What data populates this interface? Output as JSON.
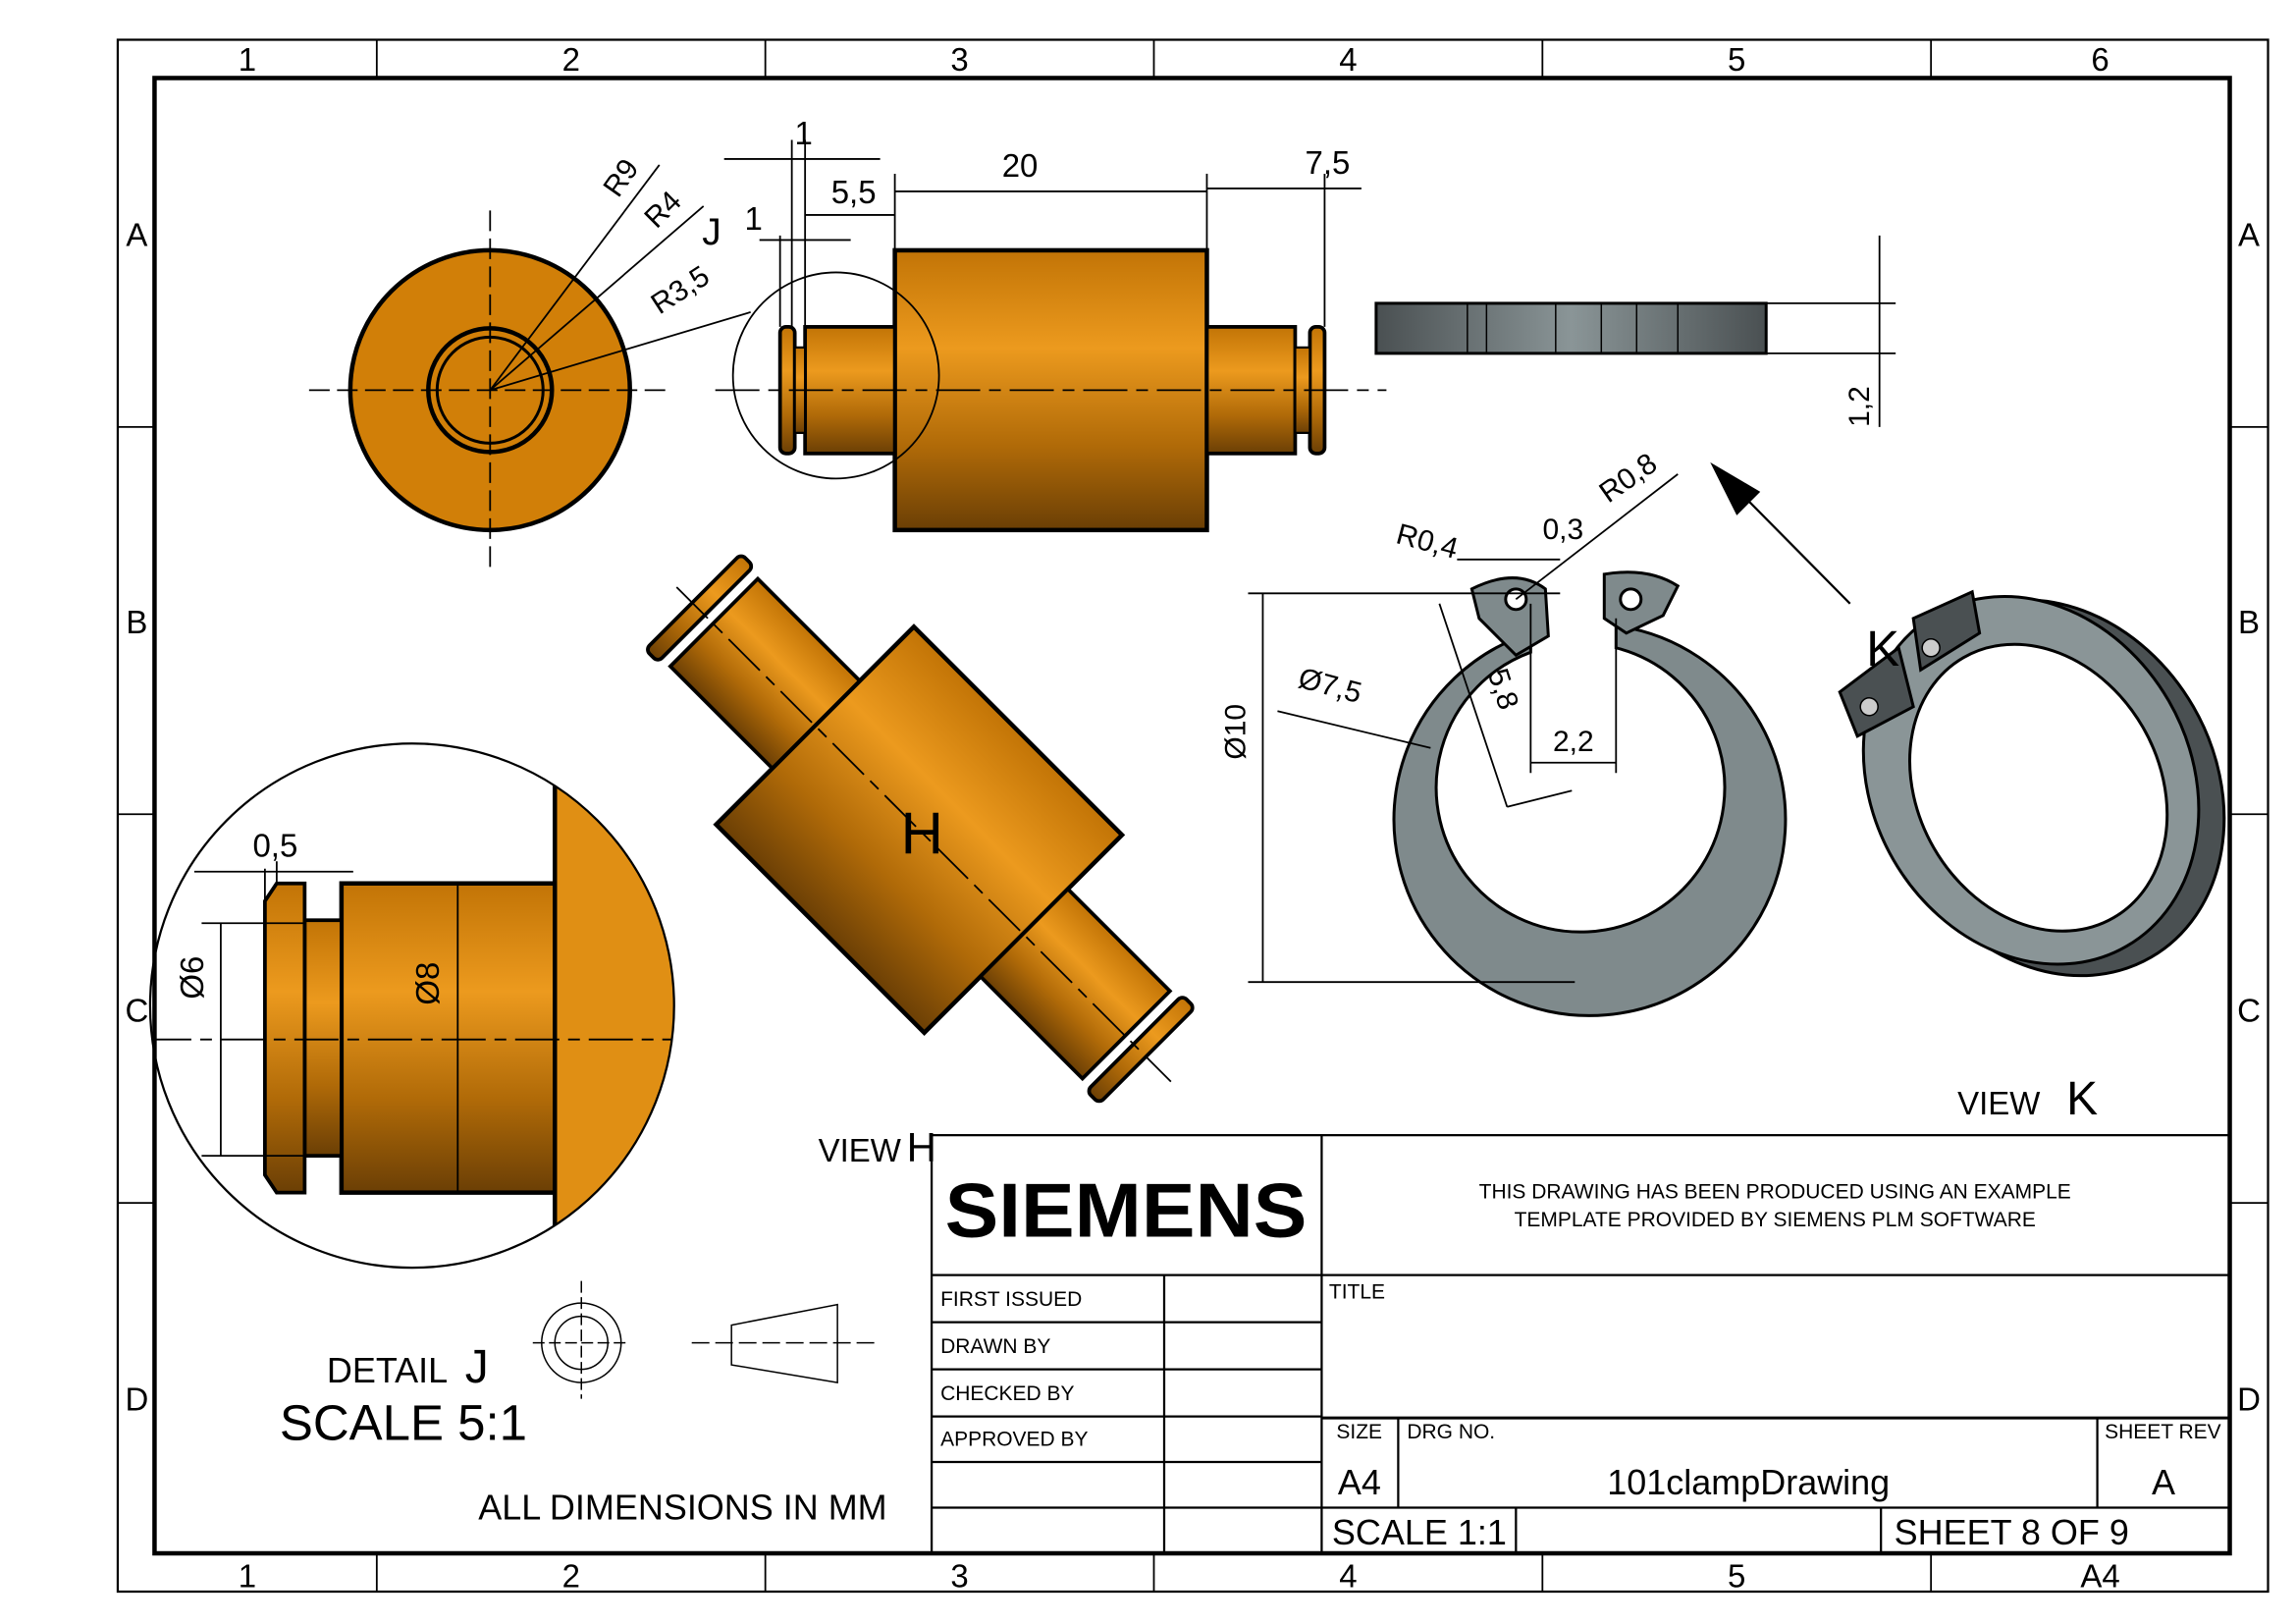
{
  "border": {
    "columns": [
      "1",
      "2",
      "3",
      "4",
      "5",
      "6"
    ],
    "bottom_columns": [
      "1",
      "2",
      "3",
      "4",
      "5",
      "A4"
    ],
    "rows": [
      "A",
      "B",
      "C",
      "D"
    ]
  },
  "dimensions": {
    "r9": "R9",
    "r4": "R4",
    "j": "J",
    "r3_5": "R3,5",
    "d1_top": "1",
    "d1_low": "1",
    "d5_5": "5,5",
    "d20": "20",
    "d7_5": "7,5",
    "d1_2": "1,2",
    "r0_4": "R0,4",
    "d0_3": "0,3",
    "r0_8": "R0,8",
    "dia7_5": "Ø7,5",
    "d5_8": "5,8",
    "d2_2": "2,2",
    "dia10": "Ø10",
    "d0_5": "0,5",
    "dia6": "Ø6",
    "dia8": "Ø8",
    "h": "H",
    "k": "K"
  },
  "labels": {
    "view_k_word": "VIEW",
    "view_k_letter": "K",
    "view_h_word": "VIEW",
    "view_h_letter": "H",
    "detail_word": "DETAIL",
    "detail_letter": "J",
    "detail_scale": "SCALE 5:1",
    "units_note": "ALL DIMENSIONS IN MM"
  },
  "title_block": {
    "logo": "SIEMENS",
    "note_line1": "THIS DRAWING HAS BEEN PRODUCED USING AN EXAMPLE",
    "note_line2": "TEMPLATE PROVIDED BY SIEMENS PLM SOFTWARE",
    "first_issued": "FIRST ISSUED",
    "drawn_by": "DRAWN BY",
    "checked_by": "CHECKED BY",
    "approved_by": "APPROVED BY",
    "title_label": "TITLE",
    "size_label": "SIZE",
    "size_value": "A4",
    "drg_label": "DRG NO.",
    "drg_value": "101clampDrawing",
    "rev_label": "SHEET REV",
    "rev_value": "A",
    "scale": "SCALE 1:1",
    "sheet": "SHEET 8 OF 9"
  },
  "colors": {
    "bronze": "#d98a10",
    "bronze_dark": "#6b3f05",
    "steel": "#7f8a8c",
    "steel_dark": "#4a5052"
  }
}
